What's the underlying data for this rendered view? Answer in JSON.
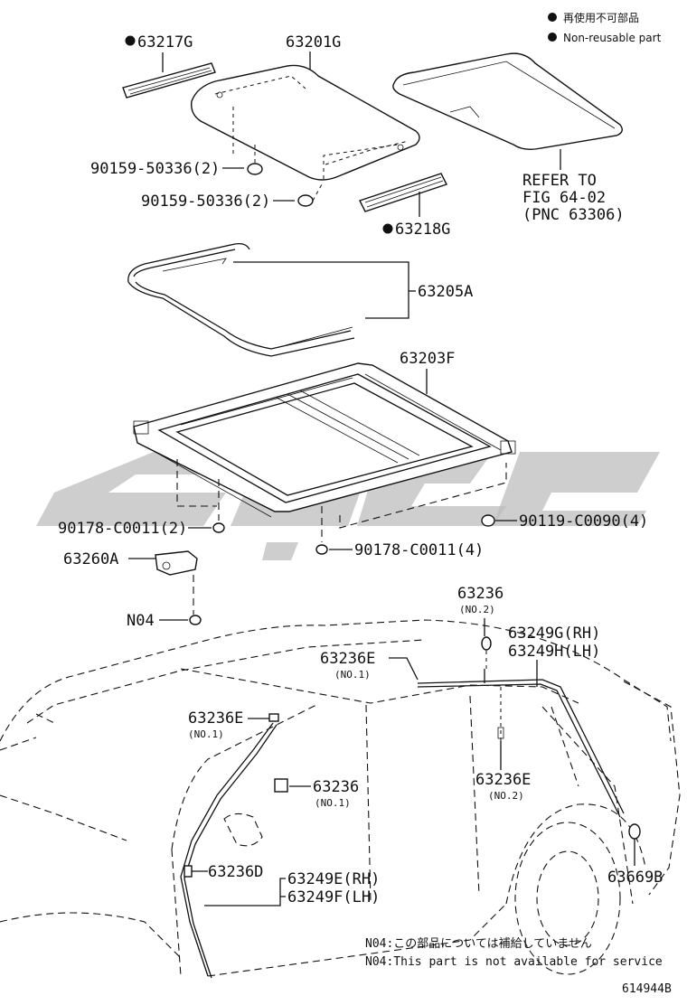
{
  "legend": {
    "item_jp": "再使用不可部品",
    "item_en": "Non-reusable part"
  },
  "parts": {
    "p63217G": "63217G",
    "p63201G": "63201G",
    "p90159_a": "90159-50336(2)",
    "p90159_b": "90159-50336(2)",
    "refer_1": "REFER TO",
    "refer_2": "FIG 64-02",
    "refer_3": "(PNC 63306)",
    "p63218G": "63218G",
    "p63205A": "63205A",
    "p63203F": "63203F",
    "p90178_2": "90178-C0011(2)",
    "p90119": "90119-C0090(4)",
    "p63260A": "63260A",
    "p90178_4": "90178-C0011(4)",
    "pN04": "N04",
    "p63236_top": "63236",
    "p63236_top_sub": "(NO.2)",
    "p63249G": "63249G(RH)",
    "p63249H": "63249H(LH)",
    "p63236E_mid": "63236E",
    "p63236E_mid_sub": "(NO.1)",
    "p63236E_left": "63236E",
    "p63236E_left_sub": "(NO.1)",
    "p63236_mid": "63236",
    "p63236_mid_sub": "(NO.1)",
    "p63236E_right": "63236E",
    "p63236E_right_sub": "(NO.2)",
    "p63236D": "63236D",
    "p63249E": "63249E(RH)",
    "p63249F": "63249F(LH)",
    "p63669B": "63669B"
  },
  "notes": {
    "n04_jp": "N04:この部品については補給していません",
    "n04_en": "N04:This part is not available for service"
  },
  "figure_id": "614944B"
}
